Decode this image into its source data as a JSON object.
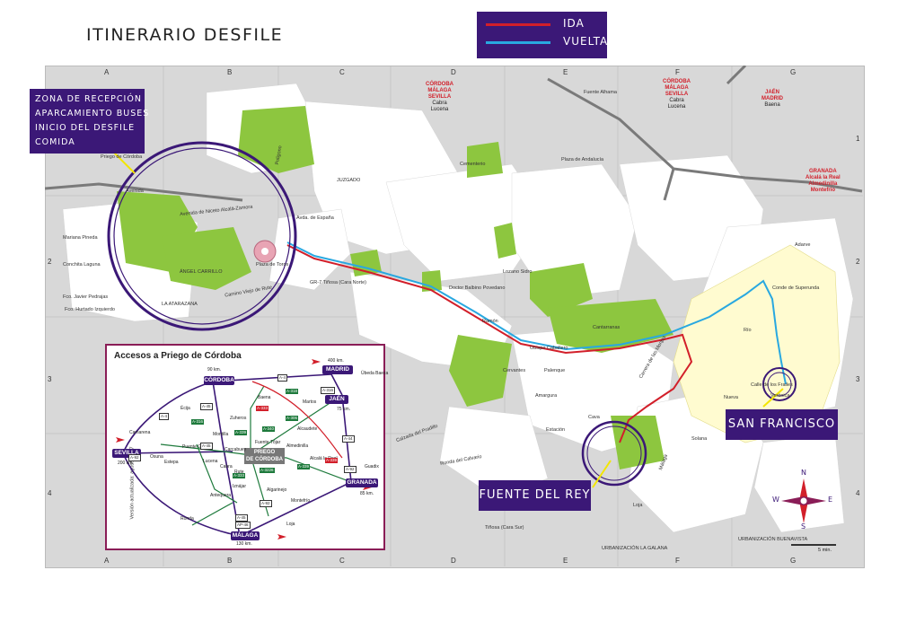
{
  "title": "ITINERARIO DESFILE",
  "legend": {
    "ida": {
      "label": "IDA",
      "color": "#d21f2a"
    },
    "vuelta": {
      "label": "VUELTA",
      "color": "#29a8e0"
    },
    "background": "#3b1877"
  },
  "grid": {
    "columns": [
      "A",
      "B",
      "C",
      "D",
      "E",
      "F",
      "G"
    ],
    "rows": [
      "1",
      "2",
      "3",
      "4"
    ]
  },
  "callouts": {
    "zona": [
      "ZONA DE RECEPCIÓN",
      "APARCAMIENTO BUSES",
      "INICIO DEL DESFILE",
      "COMIDA"
    ],
    "san_francisco": "SAN FRANCISCO",
    "fuente_del_rey": "FUENTE DEL REY"
  },
  "destinations": {
    "cordoba_malaga": [
      "CÓRDOBA",
      "MÁLAGA",
      "SEVILLA",
      "Cabra",
      "Lucena"
    ],
    "cordoba_malaga_2": [
      "CÓRDOBA",
      "MÁLAGA",
      "SEVILLA",
      "Cabra",
      "Lucena"
    ],
    "jaen": [
      "JAÉN",
      "MADRID",
      "Baena"
    ],
    "granada": [
      "GRANADA",
      "Alcalá la Real",
      "Almedinilla",
      "Montefrío"
    ]
  },
  "streets": [
    "Priego de Córdoba",
    "Avenida",
    "Avenida de Niceto Alcalá-Zamora",
    "Poligono",
    "Mariana Pineda",
    "Conchita Laguna",
    "Fco. Javier Pedrajas",
    "Fco. Hurtado Izquierdo",
    "ÁNGEL CARRILLO",
    "Plaza de Toros",
    "LA ATARAZANA",
    "Camino Viejo de Rute",
    "Ramón",
    "Cantarranas",
    "Palenque",
    "Cava",
    "Loja",
    "Málaga",
    "Adarve",
    "URBANIZACIÓN LA GALANA",
    "URBANIZACIÓN BUENAVISTA",
    "Ronda del Calvario",
    "Calzada del Pradillo",
    "Estación",
    "GR-7 Tiñosa (Cara Norte)",
    "Tiñosa (Cara Sur)",
    "Fuente Alhama",
    "JUZGADO",
    "Avda. de España",
    "Cementerio",
    "Plaza de Andalucía",
    "Carrera de las Monjas",
    "Río",
    "Verónica",
    "Calle de los Frailes",
    "Nueva",
    "Cervantes",
    "Lozano Sidro",
    "Doctor Balbino Povedano",
    "Obispo Caballero",
    "Amargura",
    "Solana",
    "Conde de Superunda"
  ],
  "inset": {
    "title": "Accesos a Priego de Córdoba",
    "version": "Versión actualizada: agosto 2017",
    "cities": [
      "CÓRDOBA",
      "MADRID",
      "JAÉN",
      "SEVILLA",
      "GRANADA",
      "MÁLAGA"
    ],
    "priego": [
      "PRIEGO",
      "DE CÓRDOBA"
    ],
    "towns": [
      "Écija",
      "Osuna",
      "Estepa",
      "Puente Genil",
      "Lucena",
      "Cabra",
      "Carcabuey",
      "Rute",
      "Iznájar",
      "Zuheros",
      "Montilla",
      "Baena",
      "Martos",
      "Alcaudete",
      "Fuente Tójar",
      "Almedinilla",
      "Alcalá la Real",
      "Algarinejo",
      "Montefrío",
      "Antequera",
      "Loja",
      "Ronda",
      "Camarena",
      "Úbeda Baeza",
      "Guadix"
    ],
    "distances": [
      "90 km.",
      "400 km.",
      "75 km.",
      "200 km.",
      "85 km.",
      "130 km."
    ],
    "roads_white": [
      "A-4",
      "A-45",
      "A-4",
      "A-316",
      "A-44",
      "A-92",
      "A-92",
      "A-92",
      "A-45",
      "AP-46",
      "A-45"
    ],
    "roads_green": [
      "A-318",
      "A-339",
      "A-333",
      "A-316",
      "A-340",
      "A-3226",
      "A-306",
      "A-339"
    ],
    "roads_red": [
      "A-333",
      "A-339"
    ]
  },
  "compass": {
    "n": "N",
    "s": "S",
    "e": "E",
    "w": "W"
  },
  "scale": "5 min."
}
